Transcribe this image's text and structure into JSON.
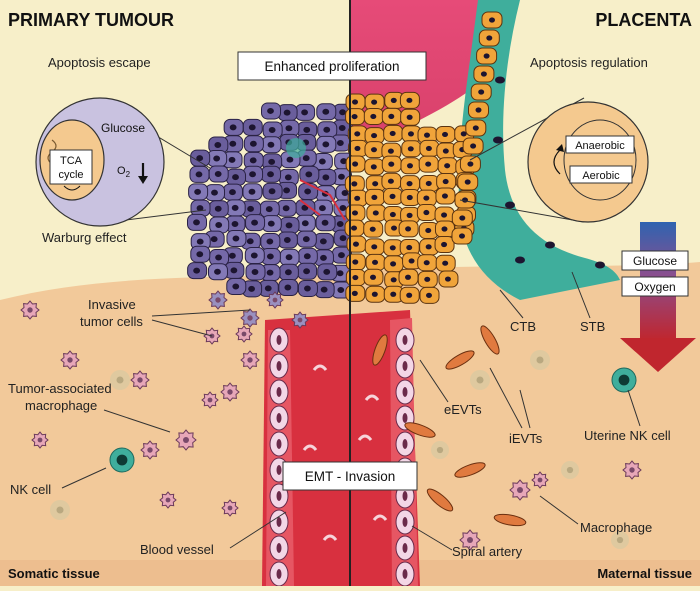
{
  "headings": {
    "left": "PRIMARY TUMOUR",
    "right": "PLACENTA"
  },
  "boxes": {
    "top": "Enhanced proliferation",
    "bottom": "EMT - Invasion"
  },
  "labels": {
    "apoptosis_escape": "Apoptosis escape",
    "apoptosis_regulation": "Apoptosis regulation",
    "warburg_effect": "Warburg effect",
    "invasive_tumor_cells_1": "Invasive",
    "invasive_tumor_cells_2": "tumor cells",
    "tam_1": "Tumor-associated",
    "tam_2": "macrophage",
    "nk_cell": "NK cell",
    "blood_vessel": "Blood vessel",
    "somatic_tissue": "Somatic tissue",
    "ctb": "CTB",
    "stb": "STB",
    "eevts": "eEVTs",
    "ievts": "iEVTs",
    "uterine_nk_cell": "Uterine NK cell",
    "macrophage": "Macrophage",
    "spiral_artery": "Spiral artery",
    "maternal_tissue": "Maternal tissue"
  },
  "left_inset": {
    "glucose": "Glucose",
    "tca_1": "TCA",
    "tca_2": "cycle",
    "o2": "O",
    "o2_sub": "2"
  },
  "right_inset": {
    "anaerobic": "Anaerobic",
    "aerobic": "Aerobic"
  },
  "gradient_arrow": {
    "glucose": "Glucose",
    "oxygen": "Oxygen"
  },
  "colors": {
    "background_top": "#f7efc9",
    "tissue": "#f2c99a",
    "tumour_cell": "#7569a8",
    "placenta_cell": "#f0a43a",
    "stb_layer": "#3fae9c",
    "vessel": "#d8303f",
    "arrow_top": "#2f63b0",
    "arrow_bottom": "#c0262e"
  }
}
